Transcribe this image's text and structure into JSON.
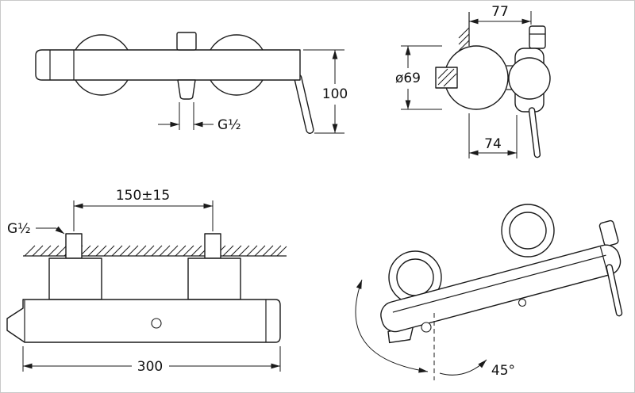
{
  "colors": {
    "ink": "#1a1a1a",
    "background": "#ffffff"
  },
  "views": {
    "front": {
      "height_label": "100",
      "outlet_thread_label": "G½"
    },
    "side": {
      "depth_label": "77",
      "flange_diameter_label": "ø69",
      "offset_label": "74"
    },
    "plan": {
      "inlet_spacing_label": "150±15",
      "inlet_thread_label": "G½",
      "length_label": "300"
    },
    "perspective": {
      "swivel_angle_label": "45°"
    }
  }
}
